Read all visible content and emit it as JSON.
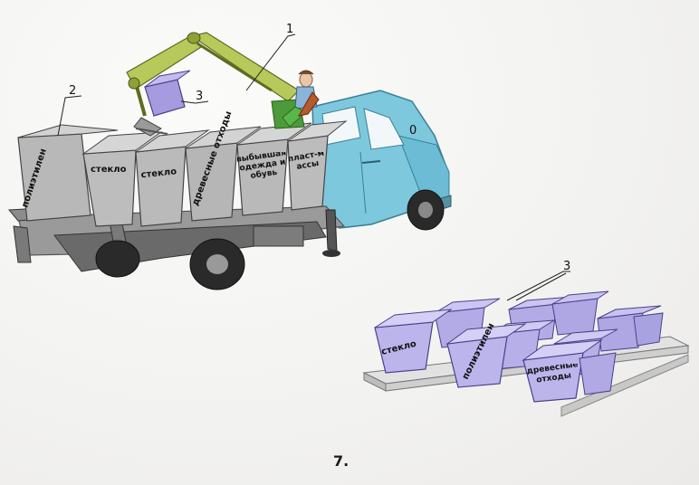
{
  "labels": {
    "callout_1": "1",
    "callout_2": "2",
    "callout_3_crane": "3",
    "callout_0": "0",
    "callout_3_set": "3",
    "figure_number": "7."
  },
  "truck_bins": [
    {
      "text": "полиэтилен"
    },
    {
      "text": "стекло"
    },
    {
      "text": "стекло"
    },
    {
      "text": "древесные отходы"
    },
    {
      "text": "выбывшая одежда и обувь"
    },
    {
      "text": "пласт-массы"
    }
  ],
  "ground_bins": [
    {
      "text": "стекло"
    },
    {
      "text": "полиэтилен"
    },
    {
      "text": "древесные отходы"
    }
  ],
  "colors": {
    "cab": "#7ec8de",
    "crane": "#b7c95a",
    "bucket": "#a79be0",
    "bin_gray": "#b8b8b8",
    "ground_bin": "#b9b3ea",
    "pallet": "#d9d9d9"
  }
}
